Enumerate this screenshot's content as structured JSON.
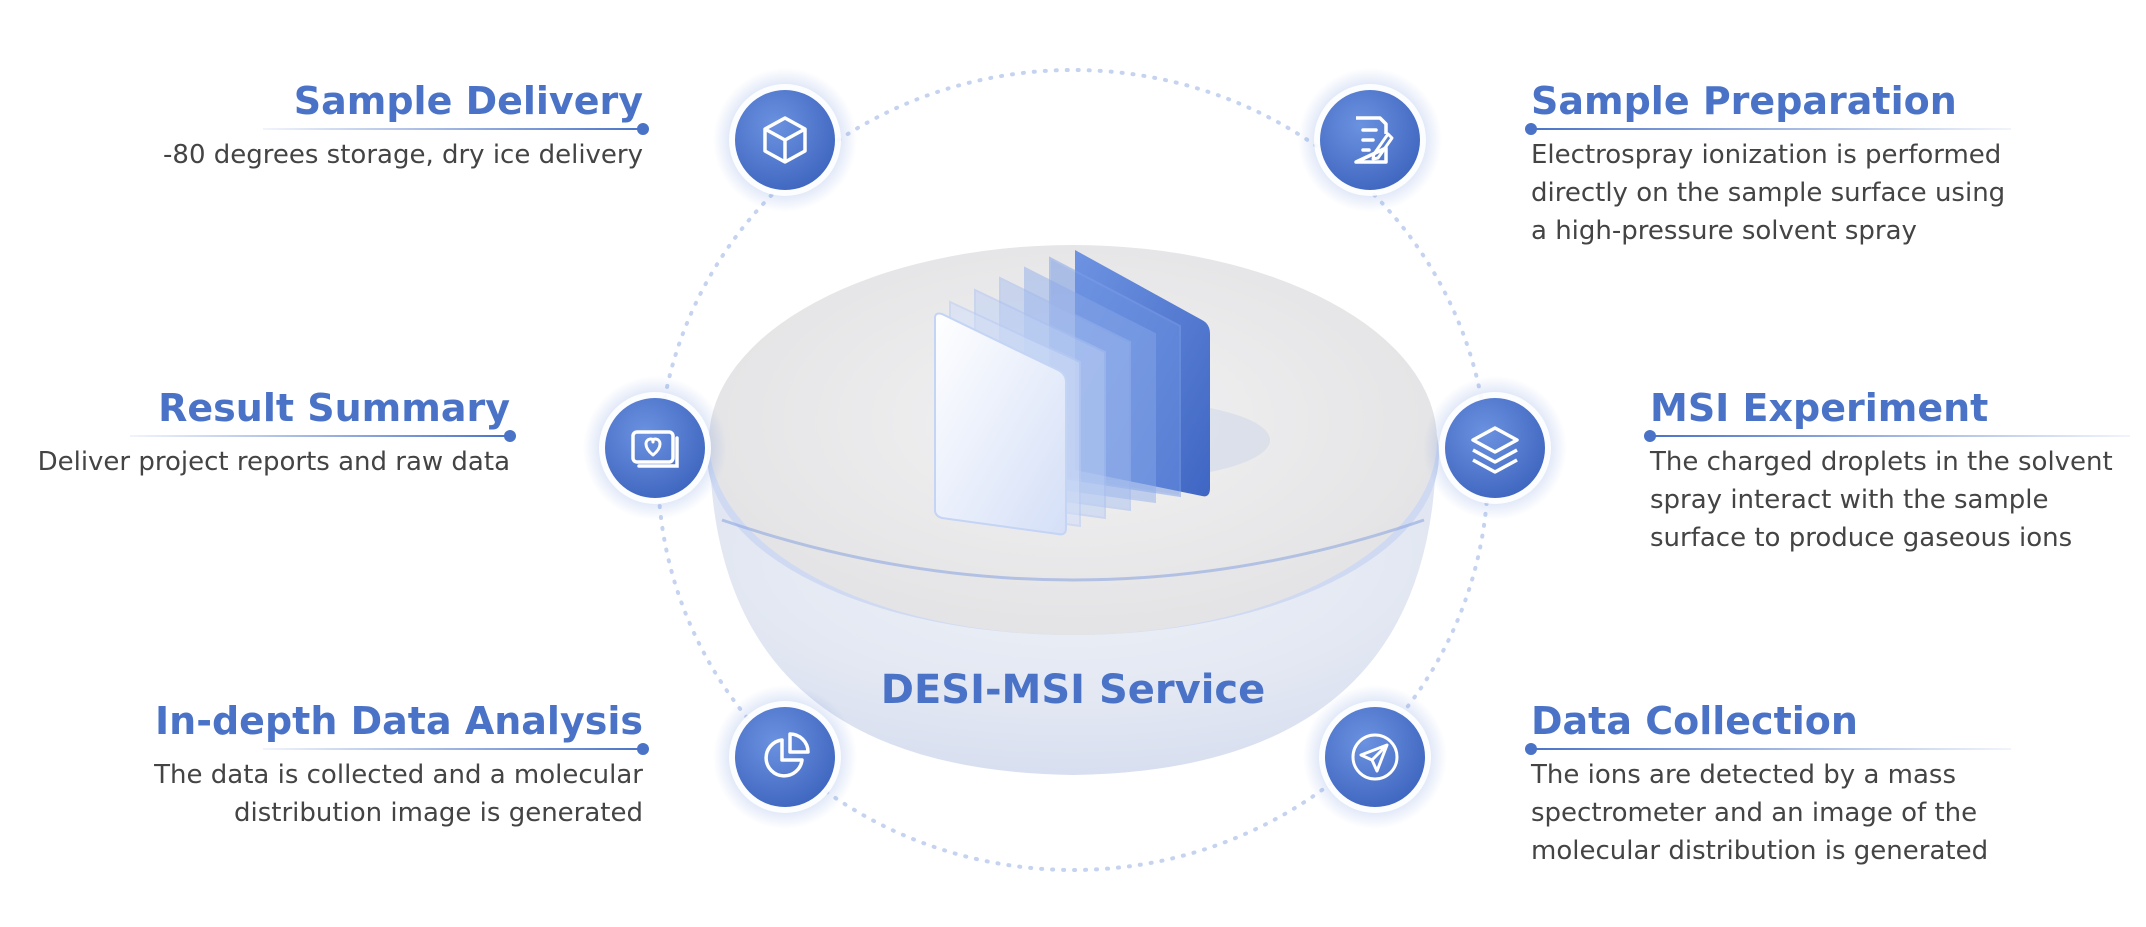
{
  "service_title": "DESI-MSI Service",
  "steps": [
    {
      "id": "sample-delivery",
      "title": "Sample Delivery",
      "desc": [
        "-80 degrees storage, dry ice delivery"
      ],
      "icon": "cube-icon"
    },
    {
      "id": "sample-preparation",
      "title": "Sample Preparation",
      "desc": [
        "Electrospray ionization is performed",
        "directly on the sample surface using",
        "a high-pressure solvent spray"
      ],
      "icon": "document-edit-icon"
    },
    {
      "id": "result-summary",
      "title": "Result Summary",
      "desc": [
        "Deliver project reports and raw data"
      ],
      "icon": "heart-picture-icon"
    },
    {
      "id": "msi-experiment",
      "title": "MSI Experiment",
      "desc": [
        "The charged droplets in the solvent",
        "spray interact with the sample",
        "surface to produce gaseous ions"
      ],
      "icon": "layers-icon"
    },
    {
      "id": "data-analysis",
      "title": "In-depth Data Analysis",
      "desc": [
        "The data is collected and a molecular",
        "distribution image is generated"
      ],
      "icon": "pie-chart-icon"
    },
    {
      "id": "data-collection",
      "title": "Data Collection",
      "desc": [
        "The ions are detected by a mass",
        "spectrometer and an image of the",
        "molecular distribution is generated"
      ],
      "icon": "send-icon"
    }
  ],
  "colors": {
    "accent": "#4a73c7",
    "icon_circle": "#4c76cf",
    "text": "#444444",
    "bowl": "#e8e8ea"
  }
}
